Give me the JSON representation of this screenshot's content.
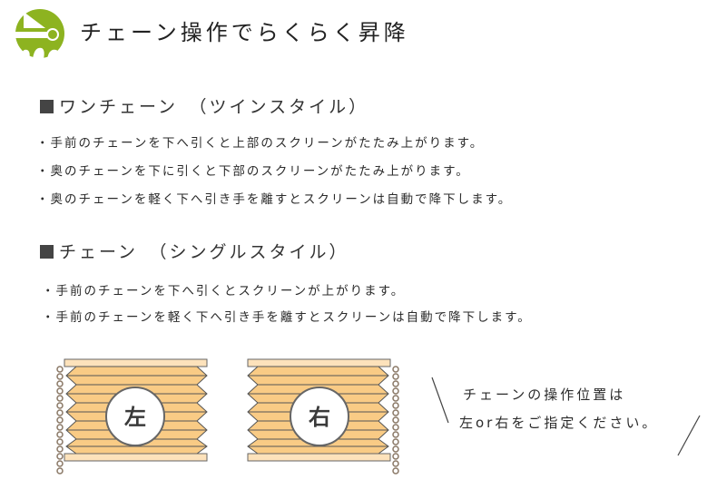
{
  "header": {
    "logo_icon": "green-circle-key-logo",
    "title": "チェーン操作でらくらく昇降"
  },
  "sections": [
    {
      "heading": "ワンチェーン　（ツインスタイル）",
      "bullets": [
        "・手前のチェーンを下へ引くと上部のスクリーンがたたみ上がります。",
        "・奥のチェーンを下に引くと下部のスクリーンがたたみ上がります。",
        "・奥のチェーンを軽く下へ引き手を離すとスクリーンは自動で降下します。"
      ]
    },
    {
      "heading": "チェーン　（シングルスタイル）",
      "bullets": [
        "・手前のチェーンを下へ引くとスクリーンが上がります。",
        "・手前のチェーンを軽く下へ引き手を離すとスクリーンは自動で降下します。"
      ]
    }
  ],
  "diagrams": {
    "left": {
      "label": "左",
      "chain_side": "left"
    },
    "right": {
      "label": "右",
      "chain_side": "right"
    }
  },
  "note": {
    "line1": "チェーンの操作位置は",
    "line2": "左or右をご指定ください。"
  },
  "colors": {
    "logo_green": "#8db320",
    "pleat_fill": "#f9cb85",
    "pleat_stroke": "#555555",
    "rail_fill": "#fde2bb",
    "chain_stroke": "#8a7866",
    "heading_square": "#444444"
  }
}
